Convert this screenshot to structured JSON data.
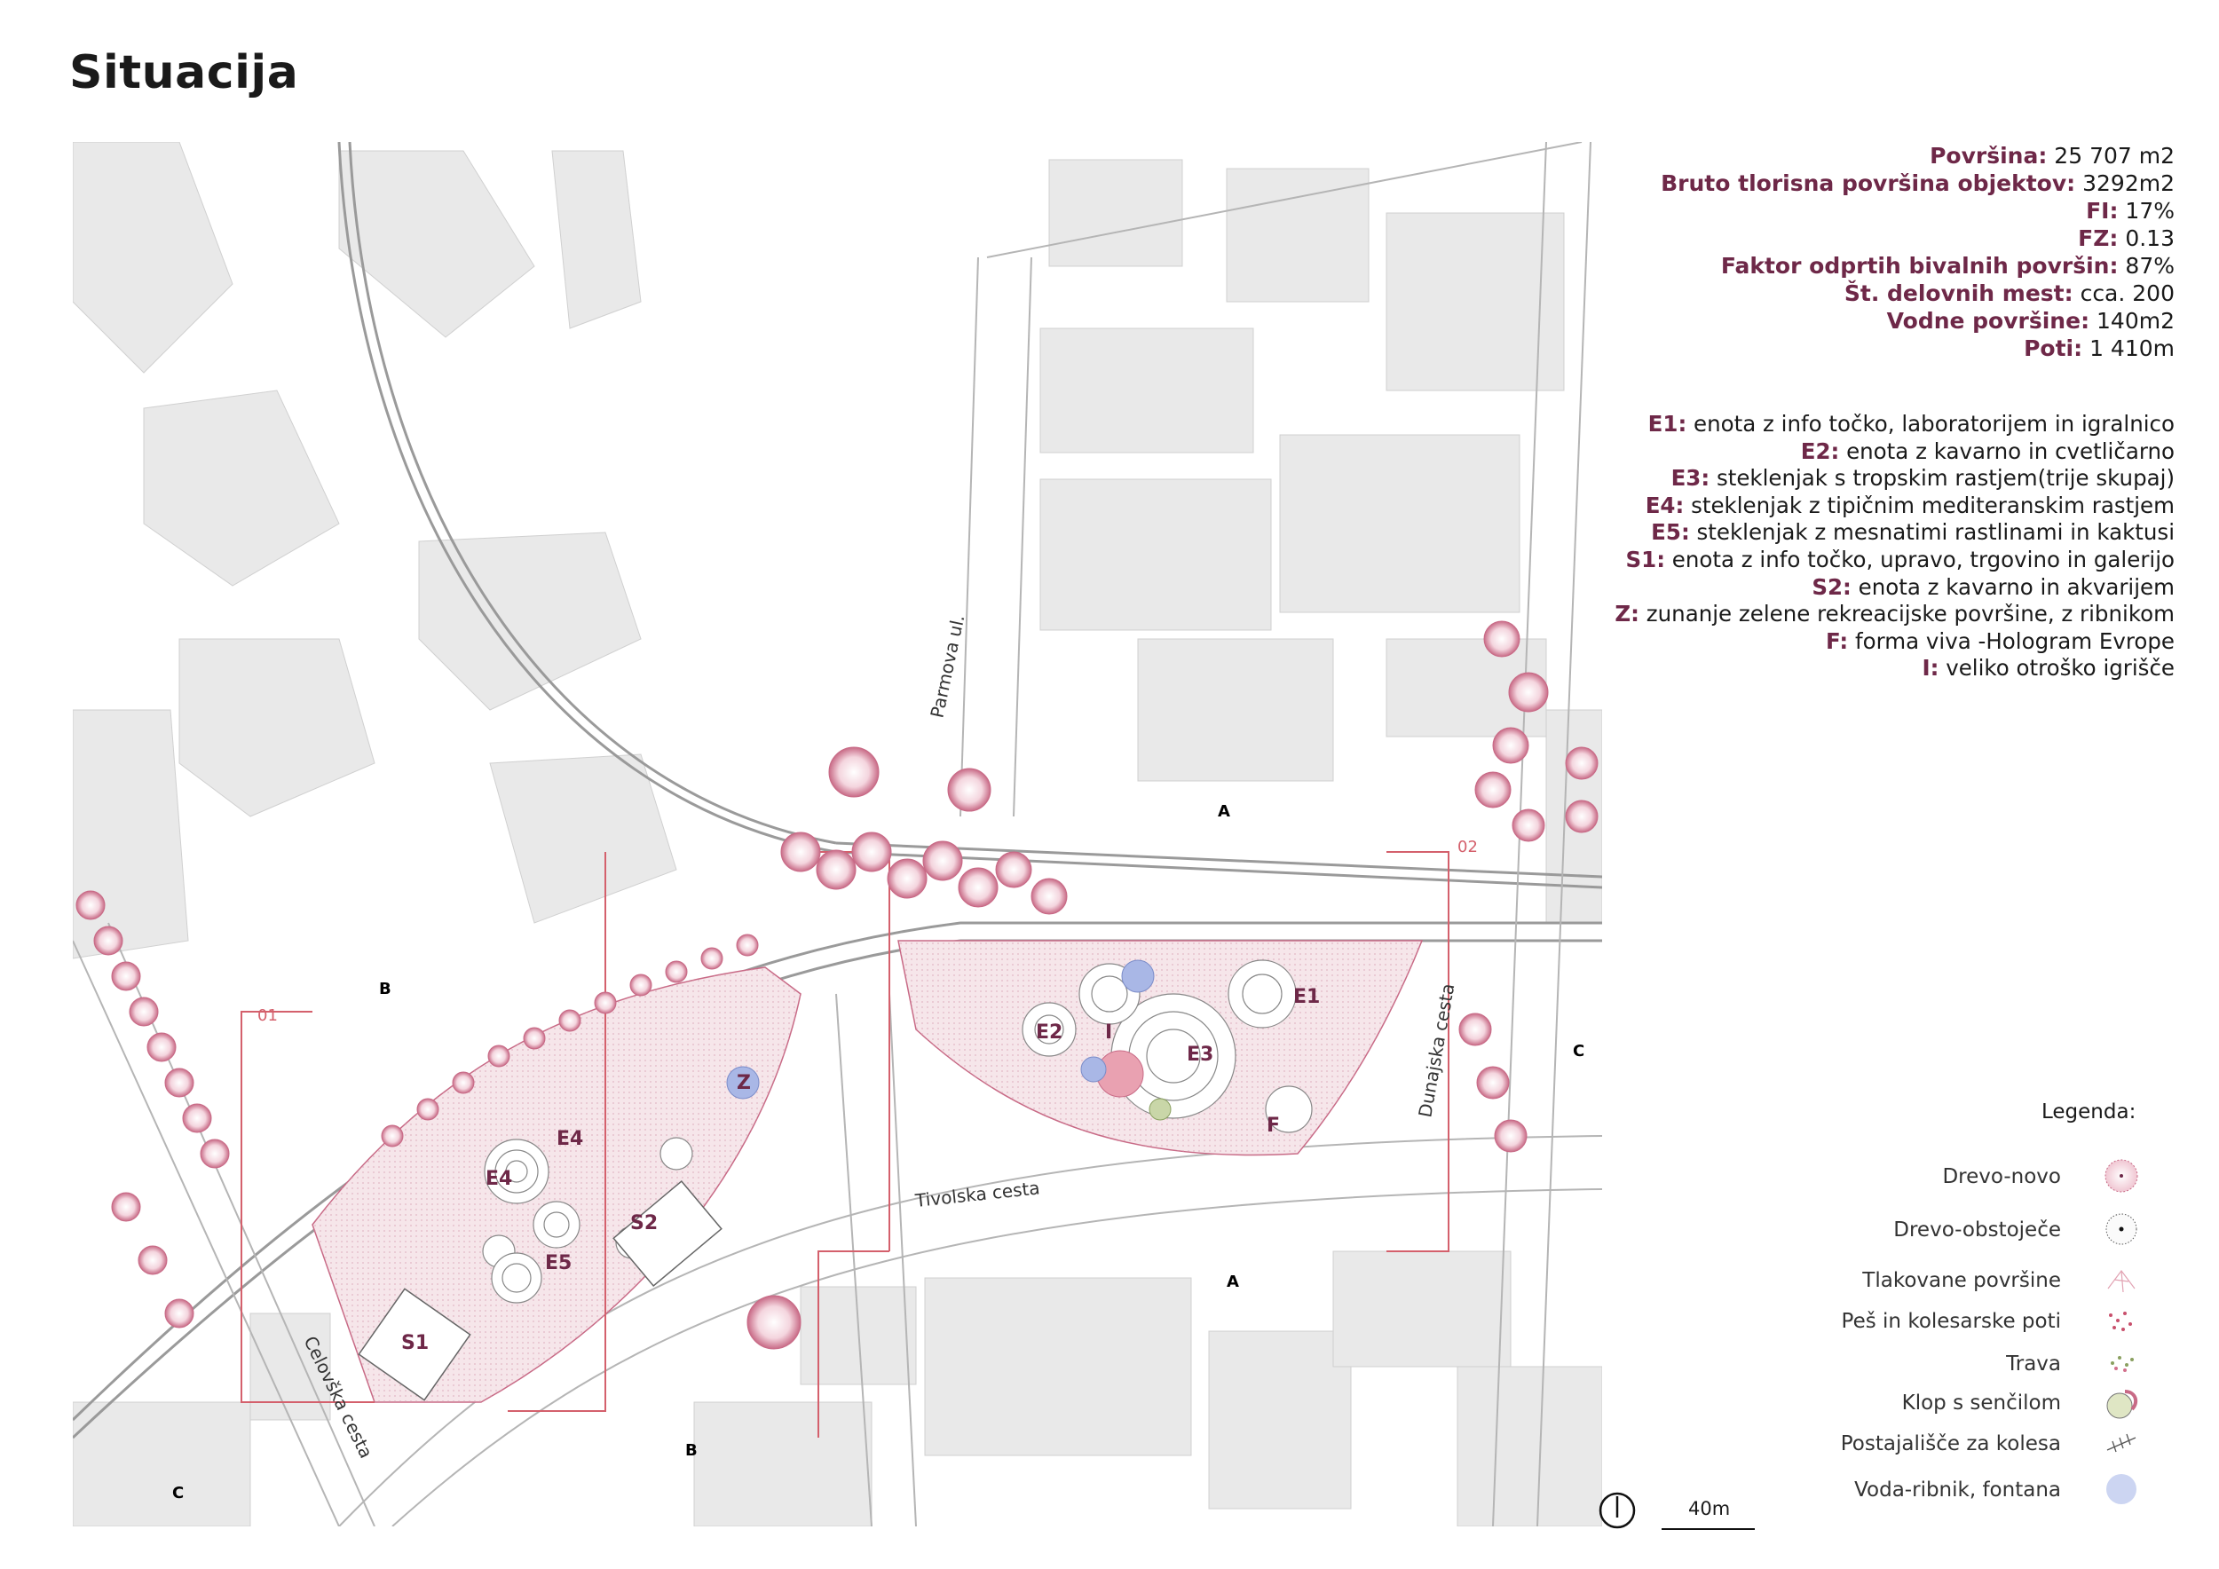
{
  "title": "Situacija",
  "stats": [
    {
      "label": "Površina:",
      "value": " 25 707 m2"
    },
    {
      "label": "Bruto tlorisna površina objektov:",
      "value": " 3292m2"
    },
    {
      "label": "FI:",
      "value": " 17%"
    },
    {
      "label": "FZ:",
      "value": " 0.13"
    },
    {
      "label": "Faktor odprtih bivalnih površin:",
      "value": "  87%"
    },
    {
      "label": "Št. delovnih mest:",
      "value": " cca. 200"
    },
    {
      "label": "Vodne površine:",
      "value": " 140m2"
    },
    {
      "label": "Poti:",
      "value": " 1 410m"
    }
  ],
  "units": [
    {
      "code": "E1:",
      "desc": " enota z info točko, laboratorijem in igralnico"
    },
    {
      "code": "E2:",
      "desc": " enota z kavarno in cvetličarno"
    },
    {
      "code": "E3:",
      "desc": " steklenjak s tropskim rastjem(trije skupaj)"
    },
    {
      "code": "E4:",
      "desc": " steklenjak z tipičnim mediteranskim rastjem"
    },
    {
      "code": "E5:",
      "desc": " steklenjak z mesnatimi rastlinami in kaktusi"
    },
    {
      "code": "S1:",
      "desc": " enota z info točko, upravo, trgovino in galerijo"
    },
    {
      "code": "S2:",
      "desc": " enota z kavarno in akvarijem"
    },
    {
      "code": "Z:",
      "desc": " zunanje zelene rekreacijske površine, z ribnikom"
    },
    {
      "code": "F:",
      "desc": " forma viva -Hologram Evrope"
    },
    {
      "code": "I:",
      "desc": " veliko otroško igrišče"
    }
  ],
  "legend": {
    "heading": "Legenda:",
    "items": [
      {
        "label": "Drevo-novo",
        "icon": "new-tree-icon"
      },
      {
        "label": "Drevo-obstoječe",
        "icon": "existing-tree-icon"
      },
      {
        "label": "Tlakovane površine",
        "icon": "paved-surface-icon"
      },
      {
        "label": "Peš in kolesarske poti",
        "icon": "path-icon"
      },
      {
        "label": "Trava",
        "icon": "grass-icon"
      },
      {
        "label": "Klop s senčilom",
        "icon": "bench-shade-icon"
      },
      {
        "label": "Postajališče za kolesa",
        "icon": "bike-stand-icon"
      },
      {
        "label": "Voda-ribnik, fontana",
        "icon": "water-icon"
      }
    ]
  },
  "map_labels": {
    "street_parmova": "Parmova ul.",
    "street_tivolska": "Tivolska cesta",
    "street_dunajska": "Dunajska cesta",
    "street_celovska": "Celovška cesta",
    "section_a": "A",
    "section_b": "B",
    "section_c": "C",
    "area_01": "01",
    "area_02": "02",
    "e1": "E1",
    "e2": "E2",
    "e3": "E3",
    "e4": "E4",
    "e5": "E5",
    "s1": "S1",
    "s2": "S2",
    "z": "Z",
    "f": "F",
    "i": "I",
    "scale": "40m"
  },
  "colors": {
    "accent": "#6e2848",
    "tree": "#c86a86",
    "park_fill": "#f6e6ea",
    "water": "#a9b7e6",
    "building": "#e6e6e6",
    "red_line": "#d4606c"
  }
}
